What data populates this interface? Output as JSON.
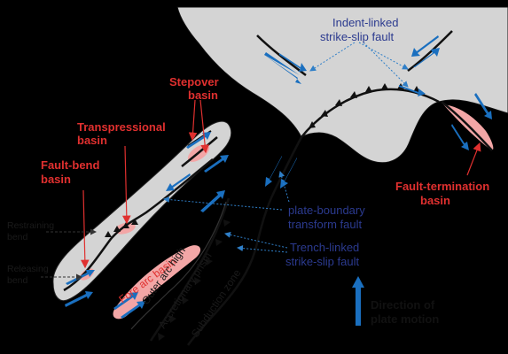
{
  "labels": {
    "indent_linked_1": "Indent-linked",
    "indent_linked_2": "strike-slip fault",
    "stepover_1": "Stepover",
    "stepover_2": "basin",
    "transpressional_1": "Transpressional",
    "transpressional_2": "basin",
    "fault_bend_1": "Fault-bend",
    "fault_bend_2": "basin",
    "restraining_1": "Restraining",
    "restraining_2": "bend",
    "releasing_1": "Releasing",
    "releasing_2": "bend",
    "fore_arc_basin": "Fore arc basin",
    "outer_arc_high": "Outer arc high",
    "accretionary_prism": "Accretionary prism",
    "subduction_zone": "Subduction zone",
    "plate_boundary_1": "plate-boundary",
    "plate_boundary_2": "transform fault",
    "trench_linked_1": "Trench-linked",
    "trench_linked_2": "strike-slip fault",
    "fault_termination_1": "Fault-termination",
    "fault_termination_2": "basin",
    "direction_1": "Direction of",
    "direction_2": "plate motion"
  },
  "colors": {
    "background": "#000000",
    "plate": "#d4d4d4",
    "basin": "#f3a6a6",
    "arrow": "#1a6fbf",
    "red_label": "#e0302f",
    "blue_label": "#2b3a8f"
  }
}
